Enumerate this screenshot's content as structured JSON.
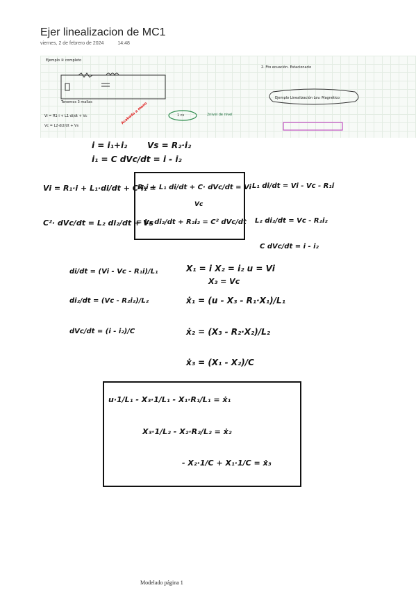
{
  "header": {
    "title": "Ejer linealizacion de MC1",
    "date": "viernes, 2 de febrero de 2024",
    "time": "14:48"
  },
  "strip": {
    "heading": "Ejemplo ④ completo",
    "mesh_note": "Tenemos 3 mallas",
    "red_note": "Acabado a mano",
    "side_note": "Ejemplo Linealización Lev. Magnético",
    "step_note": "2. Fto ecuación. Estacionario",
    "formula_1": "Vi = R1·i + L1·di/dt + Vc",
    "formula_2": "Vc = L2·di2/dt + Vs",
    "circled": "1 cs",
    "arrow_note": "2nivel de nivel"
  },
  "equations": {
    "e1": "i = i₁+i₂",
    "e2": "Vs = R₂·i₂",
    "e3": "i₁ = C dVc/dt = i - i₂",
    "row1_left": "Vi = R₁·i + L₁·di/dt + C·i₁ =",
    "row1_box": "R₁i + L₁ di/dt + C· dVc/dt = Vi",
    "row1_right": "L₁ di/dt = Vi - Vc - R₁i",
    "row2_left": "C²· dVc/dt = L₂ di₂/dt + Vs",
    "row2_box": "= L₂ di₂/dt + R₂i₂ = C² dVc/dt",
    "row2_right": "L₂ di₂/dt = Vc - R₂i₂",
    "row3_right": "C dVc/dt = i - i₂",
    "vc_label": "Vc",
    "d1": "di/dt = (Vi - Vc - R₁i)/L₁",
    "d2": "di₂/dt = (Vc - R₂i₂)/L₂",
    "d3": "dVc/dt = (i - i₂)/C",
    "state_def": "X₁ = i   X₂ = i₂   u = Vi",
    "state_def2": "X₃ = Vc",
    "x1dot": "ẋ₁ = (u - X₃ - R₁·X₁)/L₁",
    "x2dot": "ẋ₂ = (X₃ - R₂·X₂)/L₂",
    "x3dot": "ẋ₃ = (X₁ - X₂)/C"
  },
  "final_box": {
    "line1": "u·1/L₁ - X₃·1/L₁      - X₁·R₁/L₁ = ẋ₁",
    "line2": "X₃·1/L₂  -  X₂·R₂/L₂        = ẋ₂",
    "line3": "- X₂·1/C + X₁·1/C = ẋ₃"
  },
  "footer": "Modelado página 1"
}
